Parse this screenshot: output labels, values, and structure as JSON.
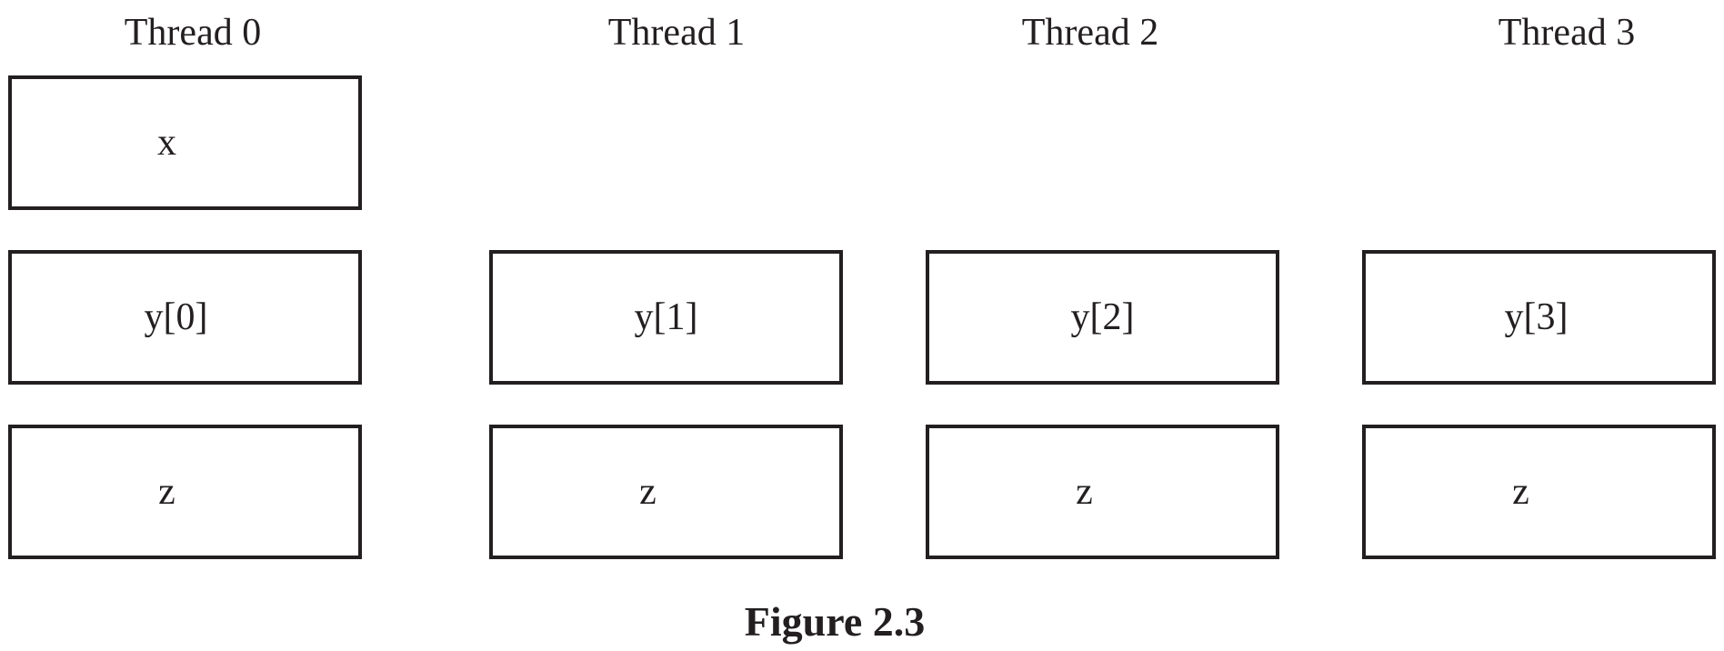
{
  "threads": [
    {
      "label": "Thread 0",
      "boxes": [
        "x",
        "y[0]",
        "z"
      ]
    },
    {
      "label": "Thread 1",
      "boxes": [
        "y[1]",
        "z"
      ]
    },
    {
      "label": "Thread 2",
      "boxes": [
        "y[2]",
        "z"
      ]
    },
    {
      "label": "Thread 3",
      "boxes": [
        "y[3]",
        "z"
      ]
    }
  ],
  "caption": "Figure 2.3"
}
